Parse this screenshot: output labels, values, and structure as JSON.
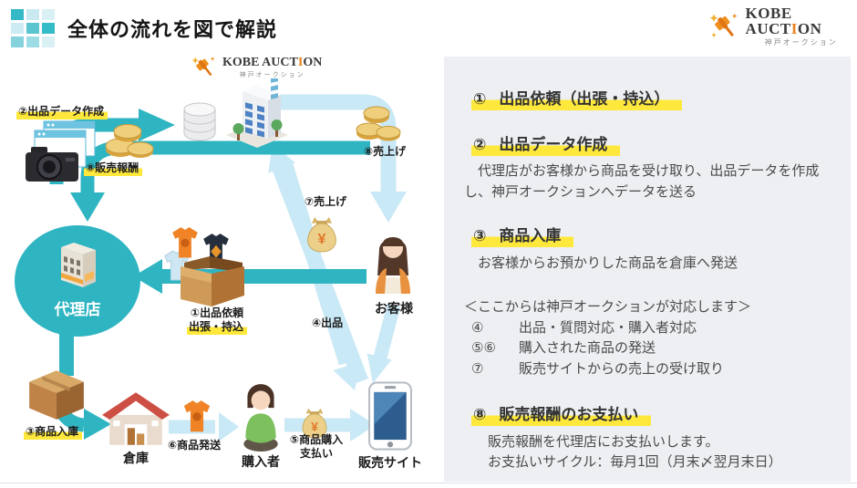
{
  "header": {
    "title": "全体の流れを図で解説"
  },
  "brand": {
    "name_pre": "KOBE AUCT",
    "name_i": "I",
    "name_post": "ON",
    "subtitle": "神戸オークション"
  },
  "diagram": {
    "nodes": {
      "agency": "代理店",
      "customer": "お客様",
      "warehouse": "倉庫",
      "buyer": "購入者",
      "sales_site": "販売サイト"
    },
    "labels": {
      "step2": "②出品データ作成",
      "step8_reward": "⑧販売報酬",
      "step1_line1": "①出品依頼",
      "step1_line2": "出張・持込",
      "step8_sales": "⑧売上げ",
      "step7_sales": "⑦売上げ",
      "step4": "④出品",
      "step3": "③商品入庫",
      "step6": "⑥商品発送",
      "step5_line1": "⑤商品購入",
      "step5_line2": "支払い"
    }
  },
  "panel": {
    "s1": {
      "num": "①",
      "title": "出品依頼（出張・持込）"
    },
    "s2": {
      "num": "②",
      "title": "出品データ作成",
      "body": "　代理店がお客様から商品を受け取り、出品データを作成し、神戸オークションへデータを送る"
    },
    "s3": {
      "num": "③",
      "title": "商品入庫",
      "body": "　お客様からお預かりした商品を倉庫へ発送"
    },
    "mid": {
      "intro": "＜ここからは神戸オークションが対応します＞",
      "rows": [
        {
          "num": "④",
          "text": "出品・質問対応・購入者対応"
        },
        {
          "num": "⑤⑥",
          "text": "購入された商品の発送"
        },
        {
          "num": "⑦",
          "text": "販売サイトからの売上の受け取り"
        }
      ]
    },
    "s8": {
      "num": "⑧",
      "title": "販売報酬のお支払い",
      "body1": "販売報酬を代理店にお支払いします。",
      "body2": "お支払いサイクル：毎月1回（月末〆翌月末日）"
    }
  }
}
